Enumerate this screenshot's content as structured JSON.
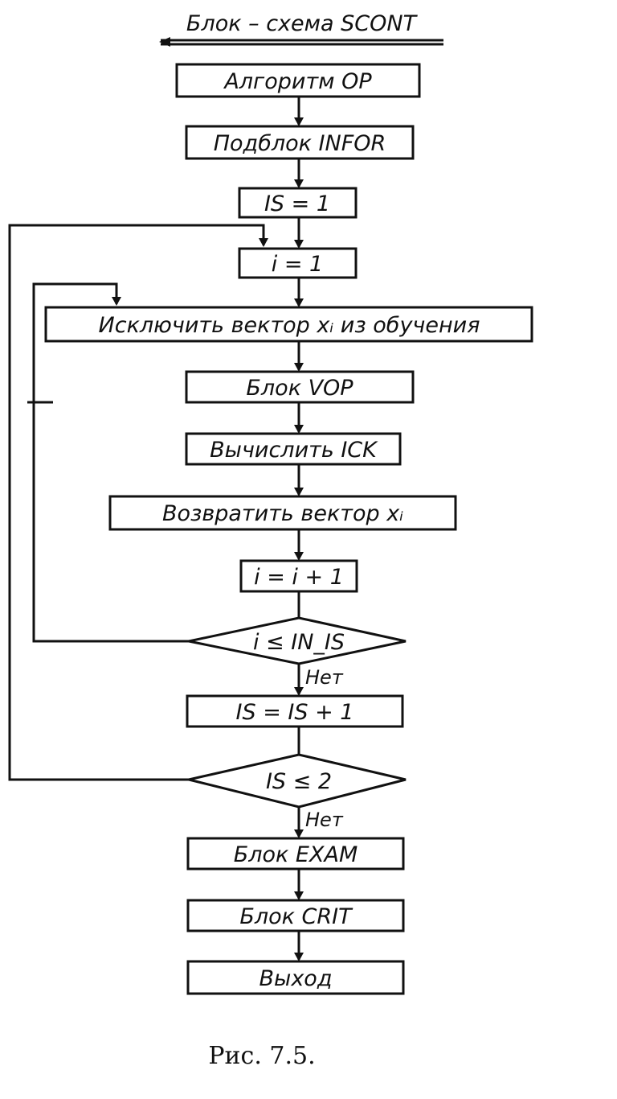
{
  "diagram": {
    "title": "Блок – схема   SCONT",
    "caption": "Рис. 7.5.",
    "nodes": [
      {
        "id": "op",
        "label": "Алгоритм  ОР"
      },
      {
        "id": "infor",
        "label": "Подблок  INFOR"
      },
      {
        "id": "is1",
        "label": "IS = 1"
      },
      {
        "id": "i1",
        "label": "i = 1"
      },
      {
        "id": "exclude",
        "label": "Исключить   вектор   xᵢ  из   обучения"
      },
      {
        "id": "vop",
        "label": "Блок  VOP"
      },
      {
        "id": "ick",
        "label": "Вычислить  ICK"
      },
      {
        "id": "restore",
        "label": "Возвратить   вектор   xᵢ"
      },
      {
        "id": "inc_i",
        "label": "i = i + 1"
      },
      {
        "id": "cond_i",
        "label": "i ≤ IN_IS"
      },
      {
        "id": "inc_is",
        "label": "IS = IS + 1"
      },
      {
        "id": "cond_is",
        "label": "IS  ≤  2"
      },
      {
        "id": "exam",
        "label": "Блок  EXAM"
      },
      {
        "id": "crit",
        "label": "Блок  CRIT"
      },
      {
        "id": "exit",
        "label": "Выход"
      }
    ],
    "edge_labels": {
      "no1": "Нет",
      "no2": "Нет"
    }
  }
}
